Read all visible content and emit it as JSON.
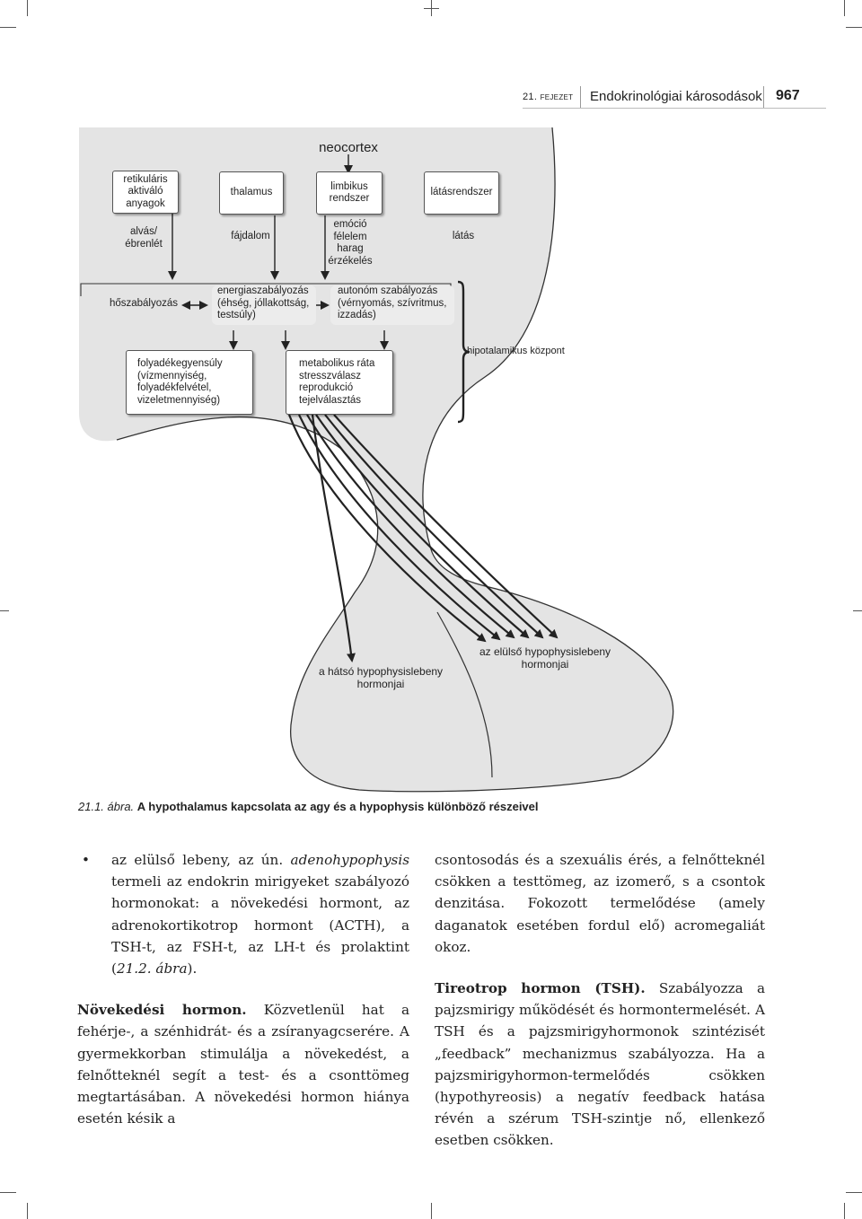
{
  "header": {
    "chapter_num": "21.",
    "chapter_word": "FEJEZET",
    "title": "Endokrinológiai károsodások",
    "page_number": "967"
  },
  "figure": {
    "neocortex": "neocortex",
    "boxes_top": {
      "retikularis": "retikuláris\naktiváló\nanyagok",
      "thalamus": "thalamus",
      "limbikus": "limbikus\nrendszer",
      "latasrendszer": "látásrendszer"
    },
    "outputs": {
      "alvas": "alvás/\nébrenlét",
      "fajdalom": "fájdalom",
      "emocio": "emóció\nfélelem\nharag\nérzékelés",
      "latas": "látás"
    },
    "regulation": {
      "hoszabalyozas": "hőszabályozás",
      "energia": "energiaszabályozás\n(éhség, jóllakottság,\ntestsúly)",
      "autonom": "autonóm szabályozás\n(vérnyomás, szívritmus,\nizzadás)"
    },
    "lower_boxes": {
      "folyadek": "folyadékegyensúly\n(vízmennyiség,\nfolyadékfelvétel,\nvizeletmennyiség)",
      "metabolikus": "metabolikus ráta\nstresszválasz\nreprodukció\ntejelválasztás"
    },
    "hipotalamikus": "hipotalamikus központ",
    "hatso": "a hátsó hypophysislebeny\nhormonjai",
    "elulso": "az elülső hypophysislebeny\nhormonjai",
    "colors": {
      "fill": "#e6e6e6",
      "outline": "#333333"
    }
  },
  "caption": {
    "number": "21.1. ábra.",
    "title": "A hypothalamus kapcsolata az agy és a hypophysis különböző részeivel"
  },
  "left_column": {
    "bullet": "•",
    "bullet_pre": "az elülső lebeny, az ún. ",
    "bullet_term": "adenohypophysis",
    "bullet_post": " termeli az endokrin mirigyeket szabályozó hormonokat: a növekedési hormont, az adrenokortikotrop hormont (ACTH), a TSH-t, az FSH-t, az LH-t és prolaktint (",
    "bullet_ref": "21.2. ábra",
    "bullet_end": ").",
    "heading": "Növekedési hormon.",
    "para": " Közvetlenül hat a fehérje-, a szénhidrát- és a zsíranyagcserére. A gyermekkorban stimulálja a növekedést, a felnőtteknél segít a test- és a csonttömeg megtartásában. A növekedési hormon hiánya esetén késik a"
  },
  "right_column": {
    "para1": "csontosodás és a szexuális érés, a felnőtteknél csökken a testtömeg, az izomerő, s a csontok denzitása. Fokozott termelődése (amely daganatok esetében fordul elő) acromegaliát okoz.",
    "heading": "Tireotrop hormon (TSH).",
    "para2": " Szabályozza a pajzsmirigy működését és hormontermelését. A TSH és a pajzsmirigyhormonok szintézisét „feedback” mechanizmus szabályozza. Ha a pajzsmirigyhormon-termelődés csökken (hypothyreosis) a negatív feedback hatása révén a szérum TSH-szintje nő, ellenkező esetben csökken."
  }
}
